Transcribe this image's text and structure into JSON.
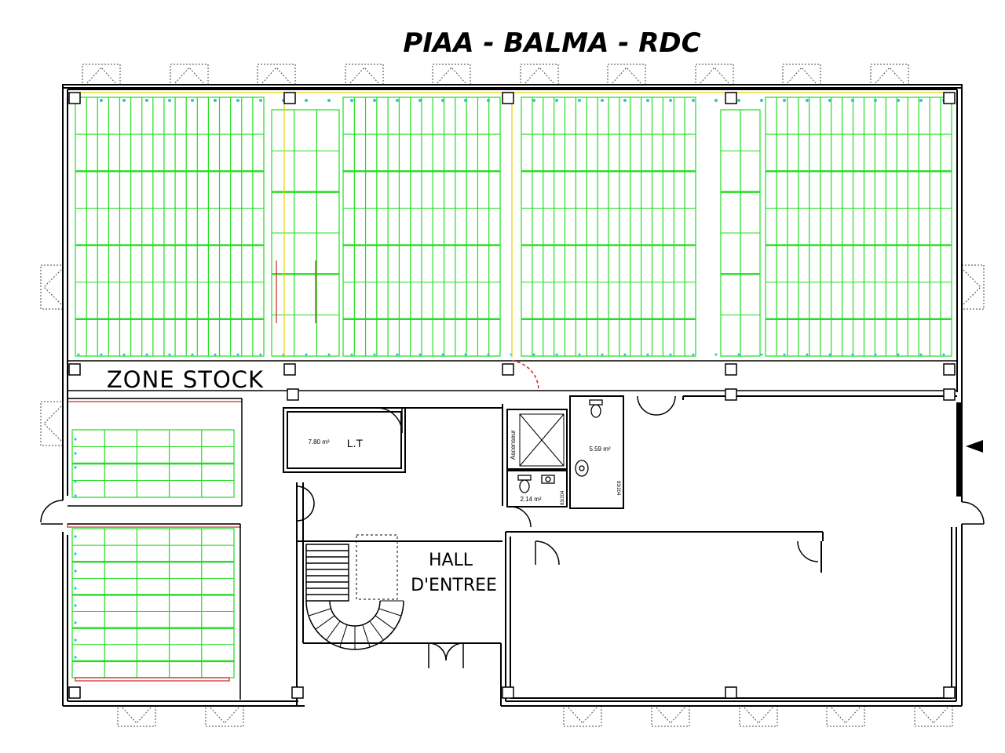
{
  "plan": {
    "title": "PIAA  - BALMA - RDC"
  },
  "zones": {
    "stock_label": "ZONE STOCK",
    "hall_line1": "HALL",
    "hall_line2": "D'ENTREE"
  },
  "rooms": {
    "lt_area": "7.80 m²",
    "lt_label": "L.T",
    "elevator_label": "Ascenseur",
    "wc_small_area": "2.14 m²",
    "wc_small_code": "83/204",
    "wc_large_area": "5.59 m²",
    "wc_large_code": "83/204"
  },
  "colors": {
    "wall": "#000000",
    "rack": "#22dd22",
    "rack_dark": "#0aa80a",
    "sprinkler": "#22cccc",
    "accent_red": "#cc2222",
    "accent_yellow": "#e6d200",
    "window": "#444444"
  }
}
